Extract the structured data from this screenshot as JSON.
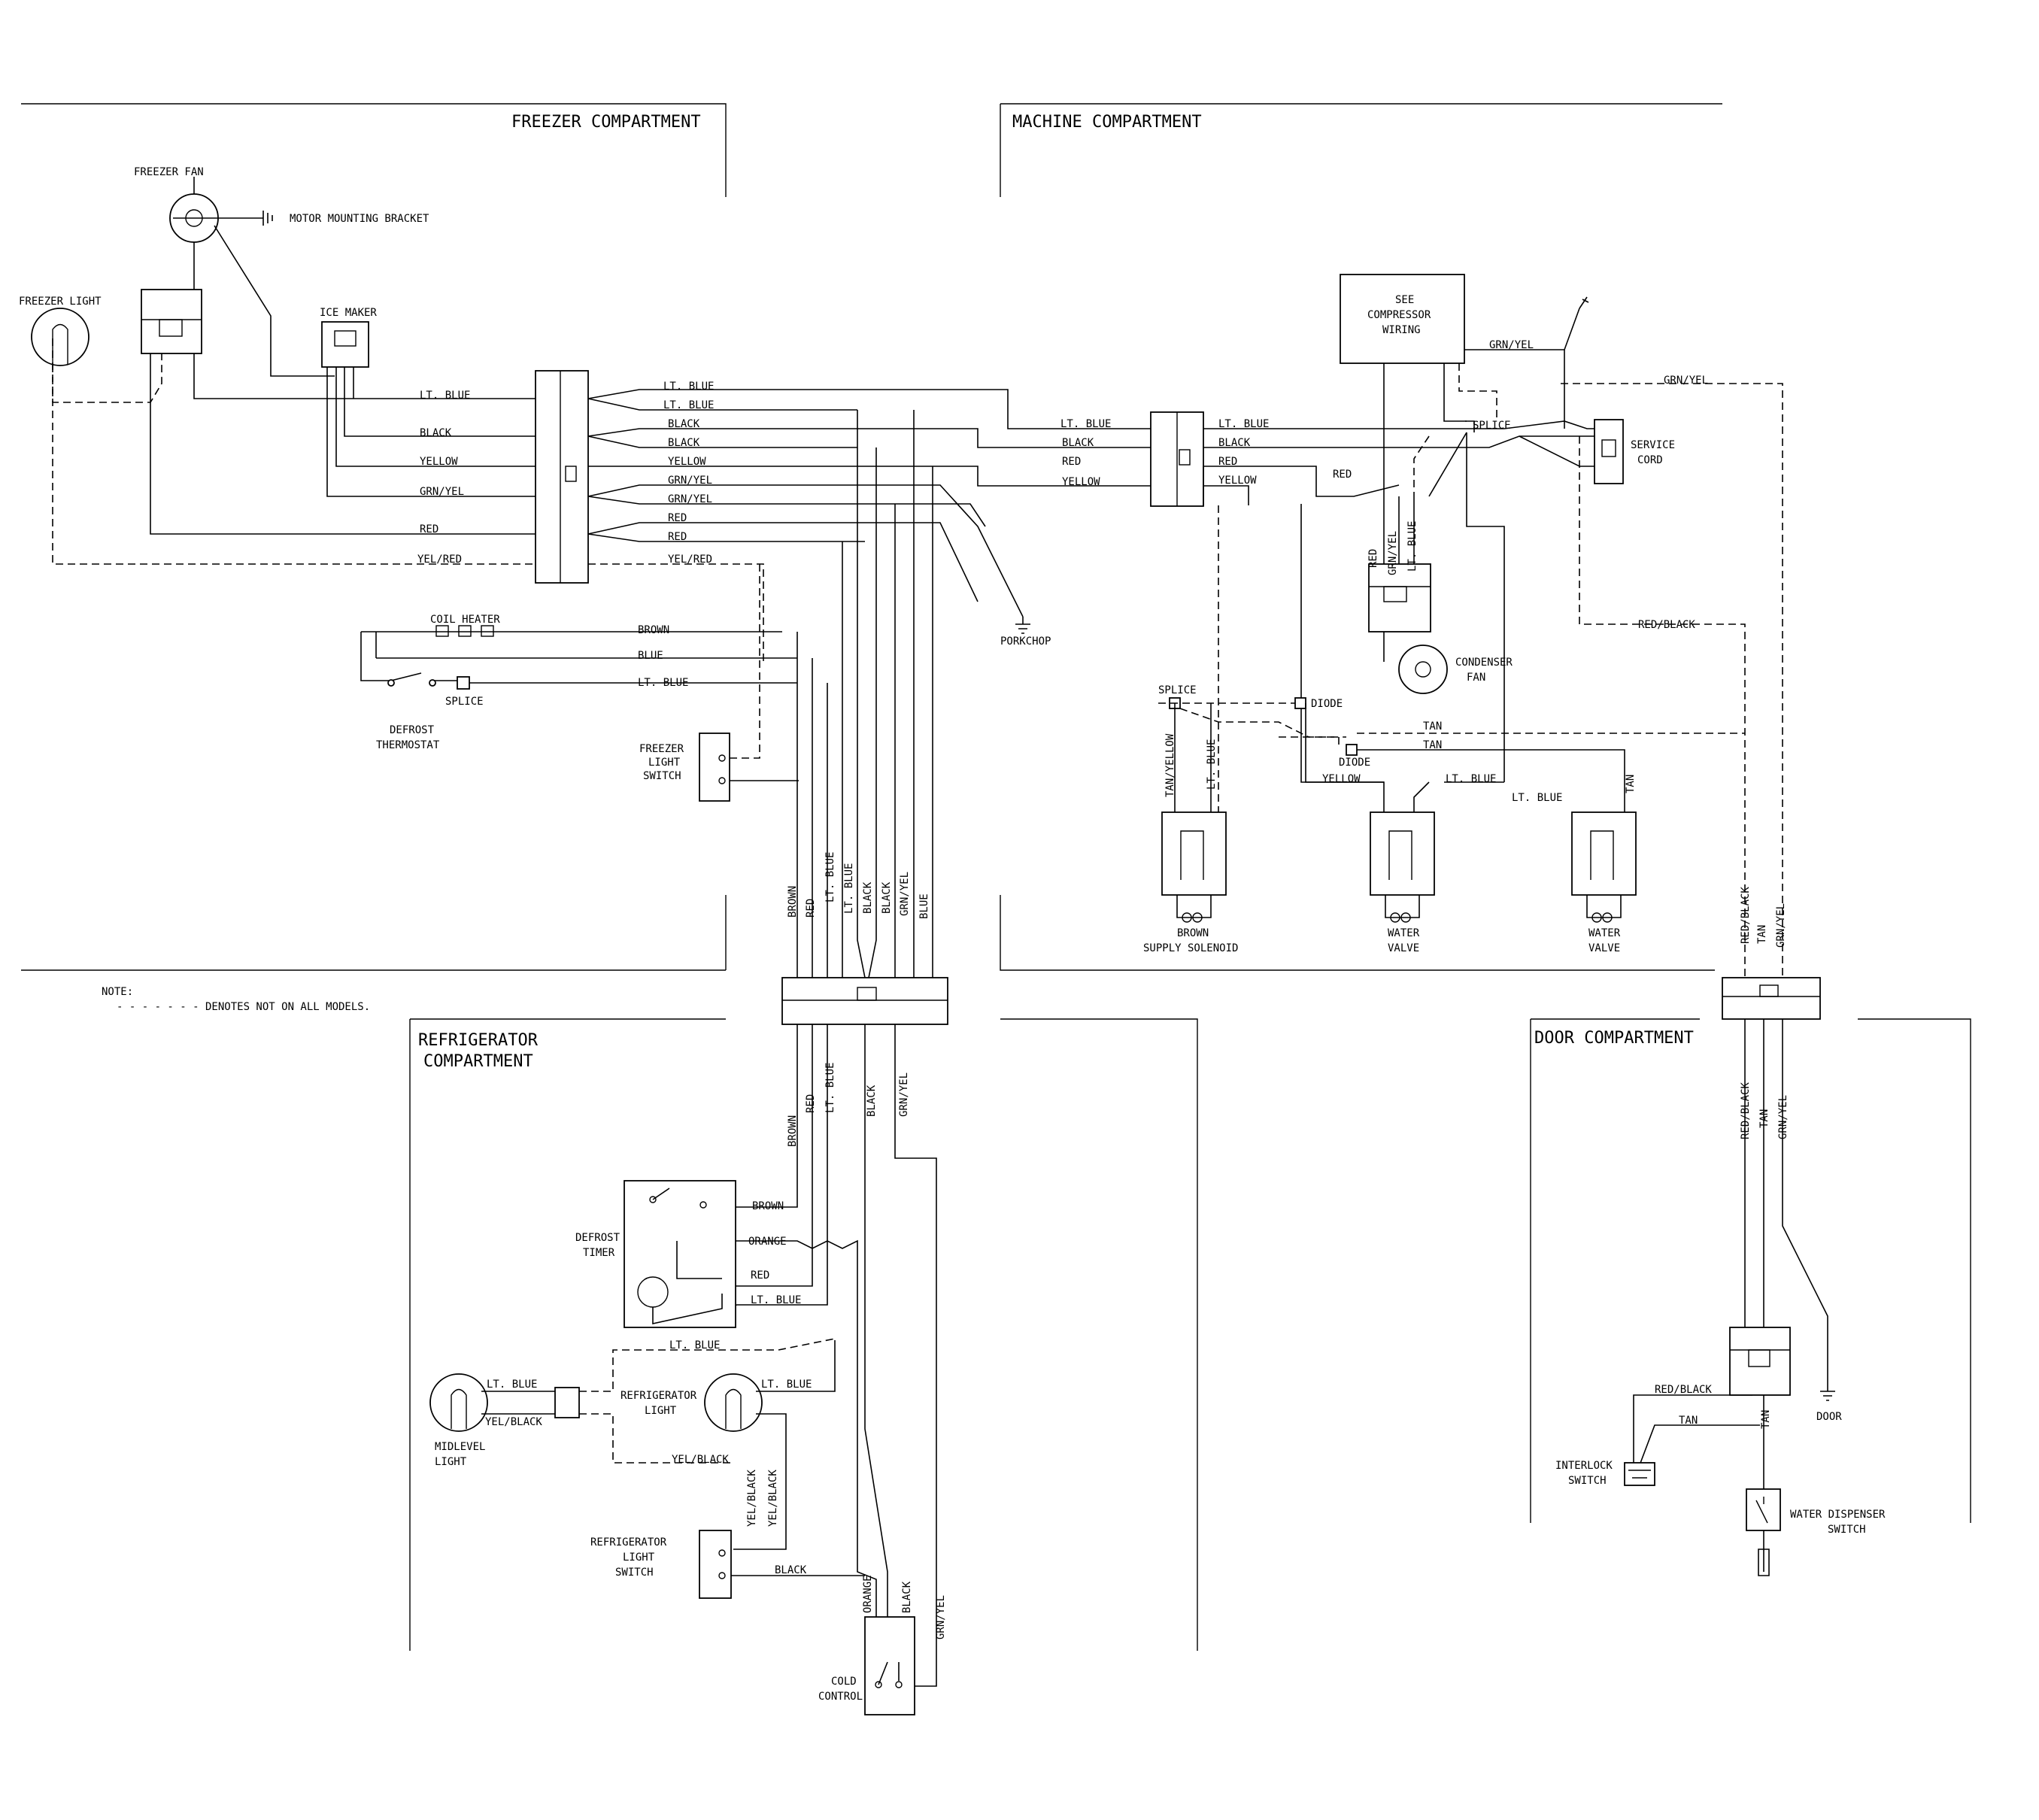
{
  "compartments": {
    "freezer": "FREEZER COMPARTMENT",
    "machine": "MACHINE COMPARTMENT",
    "refrigerator_1": "REFRIGERATOR",
    "refrigerator_2": "COMPARTMENT",
    "door": "DOOR COMPARTMENT"
  },
  "note": {
    "title": "NOTE:",
    "text": "- - - - - - - DENOTES NOT ON ALL MODELS."
  },
  "components": {
    "freezer_fan": "FREEZER FAN",
    "motor_bracket": "MOTOR MOUNTING BRACKET",
    "freezer_light": "FREEZER LIGHT",
    "ice_maker": "ICE MAKER",
    "coil_heater": "COIL HEATER",
    "splice": "SPLICE",
    "defrost_thermostat_1": "DEFROST",
    "defrost_thermostat_2": "THERMOSTAT",
    "freezer_light_switch_1": "FREEZER",
    "freezer_light_switch_2": "LIGHT",
    "freezer_light_switch_3": "SWITCH",
    "porkchop": "PORKCHOP",
    "compressor_1": "SEE",
    "compressor_2": "COMPRESSOR",
    "compressor_3": "WIRING",
    "service_cord_1": "SERVICE",
    "service_cord_2": "CORD",
    "condenser_fan_1": "CONDENSER",
    "condenser_fan_2": "FAN",
    "diode": "DIODE",
    "brown_solenoid_1": "BROWN",
    "brown_solenoid_2": "SUPPLY SOLENOID",
    "water_valve_1": "WATER",
    "water_valve_2": "VALVE",
    "defrost_timer_1": "DEFROST",
    "defrost_timer_2": "TIMER",
    "midlevel_light_1": "MIDLEVEL",
    "midlevel_light_2": "LIGHT",
    "refrigerator_light_1": "REFRIGERATOR",
    "refrigerator_light_2": "LIGHT",
    "refrigerator_light_switch_1": "REFRIGERATOR",
    "refrigerator_light_switch_2": "LIGHT",
    "refrigerator_light_switch_3": "SWITCH",
    "cold_control_1": "COLD",
    "cold_control_2": "CONTROL",
    "door": "DOOR",
    "interlock_switch_1": "INTERLOCK",
    "interlock_switch_2": "SWITCH",
    "water_dispenser_switch_1": "WATER DISPENSER",
    "water_dispenser_switch_2": "SWITCH"
  },
  "wires": {
    "lt_blue": "LT. BLUE",
    "black": "BLACK",
    "yellow": "YELLOW",
    "grn_yel": "GRN/YEL",
    "red": "RED",
    "yel_red": "YEL/RED",
    "brown": "BROWN",
    "blue": "BLUE",
    "orange": "ORANGE",
    "yel_black": "YEL/BLACK",
    "red_black": "RED/BLACK",
    "tan": "TAN",
    "tan_yellow": "TAN/YELLOW"
  }
}
